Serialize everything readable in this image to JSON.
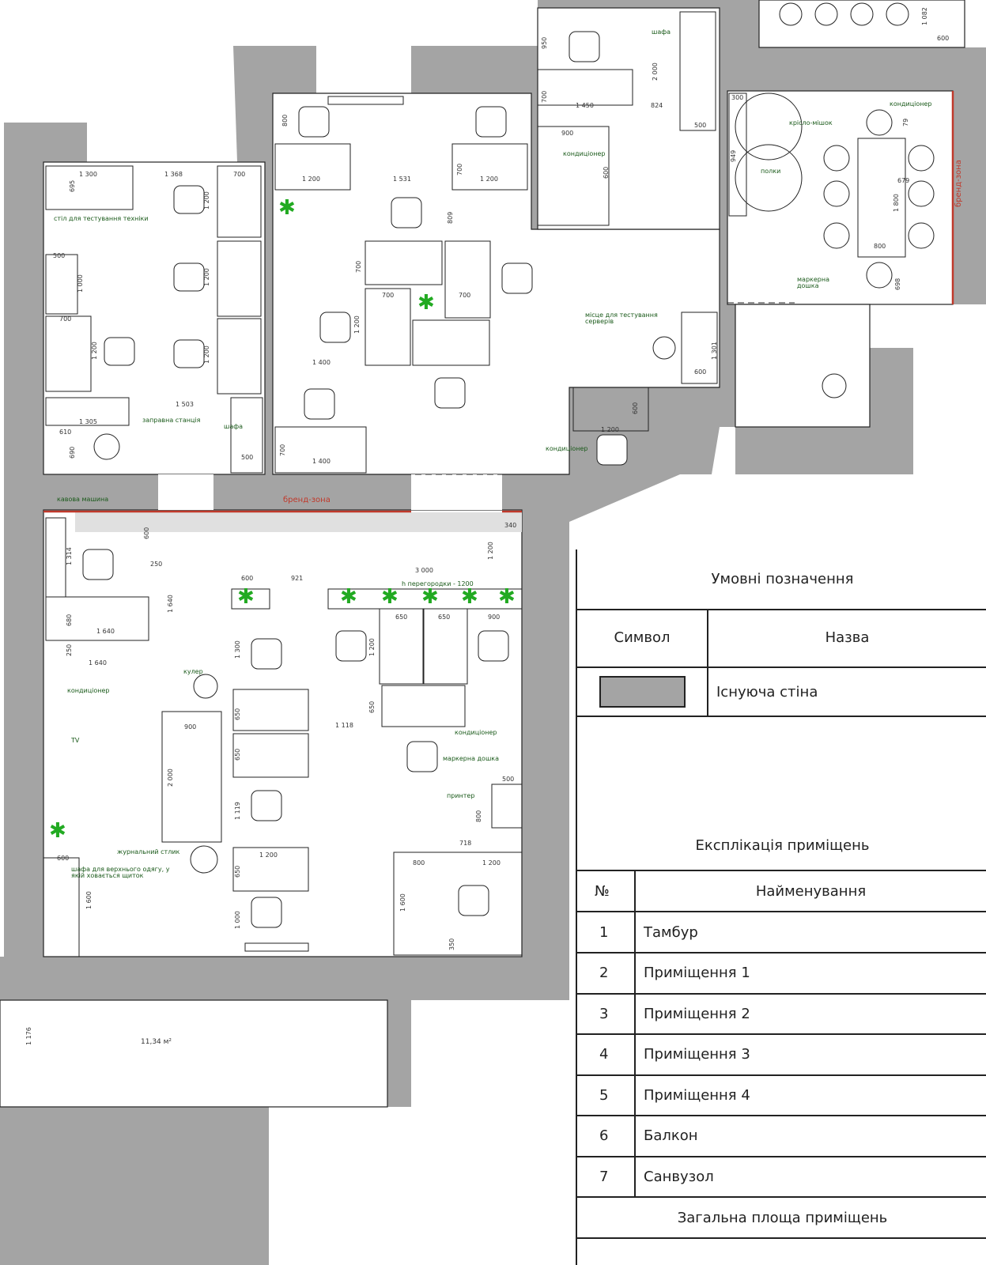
{
  "colors": {
    "wall": "#a4a4a4",
    "brand_zone": "#c0392b",
    "plant": "#22aa22"
  },
  "annotations": [
    "стіл для тестування техніки",
    "заправна станція",
    "шафа",
    "шафа",
    "кондиціонер",
    "крісло-мішок",
    "полки",
    "кондиціонер",
    "маркерна дошка",
    "місце для тестування серверів",
    "кондиціонер",
    "кавова машина",
    "h перегородки - 1200",
    "кулер",
    "кондиціонер",
    "TV",
    "кондиціонер",
    "маркерна дошка",
    "принтер",
    "журнальний стлик",
    "шафа для верхнього одягу, у якій ховається щиток"
  ],
  "brand_zones": [
    "бренд-зона",
    "бренд-зона"
  ],
  "balcony_area": "11,34 м²",
  "dims": [
    "1 300",
    "695",
    "1 368",
    "700",
    "1 200",
    "1 200",
    "1 200",
    "500",
    "1 000",
    "700",
    "1 200",
    "1 503",
    "1 305",
    "610",
    "690",
    "500",
    "800",
    "1 200",
    "1 531",
    "700",
    "1 200",
    "809",
    "700",
    "700",
    "700",
    "1 200",
    "1 400",
    "700",
    "1 400",
    "600",
    "1 200",
    "1 301",
    "600",
    "950",
    "700",
    "1 450",
    "824",
    "2 000",
    "500",
    "900",
    "600",
    "300",
    "949",
    "679",
    "1 800",
    "800",
    "79",
    "698",
    "1 082",
    "600",
    "600",
    "1 314",
    "250",
    "1 640",
    "680",
    "1 640",
    "250",
    "1 640",
    "600",
    "921",
    "3 000",
    "1 200",
    "340",
    "650",
    "650",
    "900",
    "1 200",
    "1 300",
    "650",
    "650",
    "1 118",
    "900",
    "2 000",
    "650",
    "1 119",
    "500",
    "800",
    "718",
    "1 200",
    "650",
    "800",
    "1 200",
    "600",
    "1 600",
    "1 000",
    "1 600",
    "350",
    "1 176"
  ],
  "legend": {
    "title": "Умовні позначення",
    "col_symbol": "Символ",
    "col_name": "Назва",
    "items": [
      {
        "name": "Існуюча стіна"
      }
    ],
    "explication_title": "Експлікація приміщень",
    "col_no": "№",
    "col_room": "Найменування",
    "rooms": [
      {
        "no": "1",
        "name": "Тамбур"
      },
      {
        "no": "2",
        "name": "Приміщення 1"
      },
      {
        "no": "3",
        "name": "Приміщення 2"
      },
      {
        "no": "4",
        "name": "Приміщення 3"
      },
      {
        "no": "5",
        "name": "Приміщення 4"
      },
      {
        "no": "6",
        "name": "Балкон"
      },
      {
        "no": "7",
        "name": "Санвузол"
      }
    ],
    "total_label": "Загальна площа приміщень"
  }
}
